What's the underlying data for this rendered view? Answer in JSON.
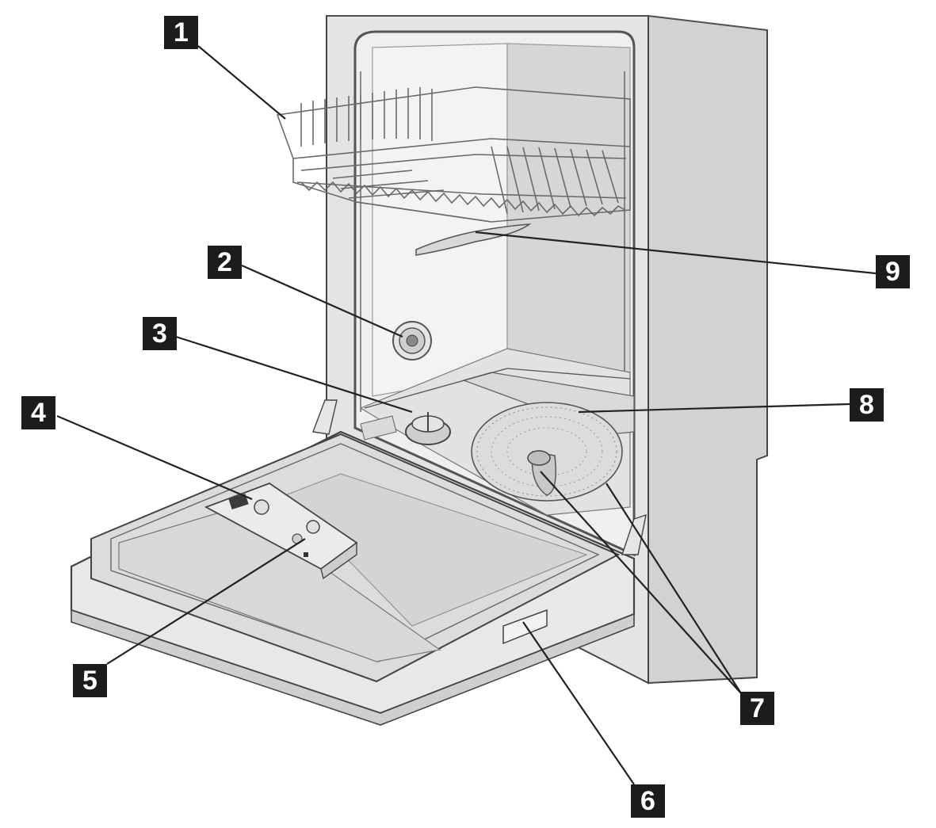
{
  "labels": [
    {
      "id": "1",
      "text": "1"
    },
    {
      "id": "2",
      "text": "2"
    },
    {
      "id": "3",
      "text": "3"
    },
    {
      "id": "4",
      "text": "4"
    },
    {
      "id": "5",
      "text": "5"
    },
    {
      "id": "6",
      "text": "6"
    },
    {
      "id": "7",
      "text": "7"
    },
    {
      "id": "8",
      "text": "8"
    },
    {
      "id": "9",
      "text": "9"
    }
  ],
  "colors": {
    "cabinet_side": "#d2d2d2",
    "cabinet_interior": "#ececec",
    "door_inner": "#dedede",
    "label_box": "#1c1c1c",
    "label_text": "#ffffff"
  }
}
